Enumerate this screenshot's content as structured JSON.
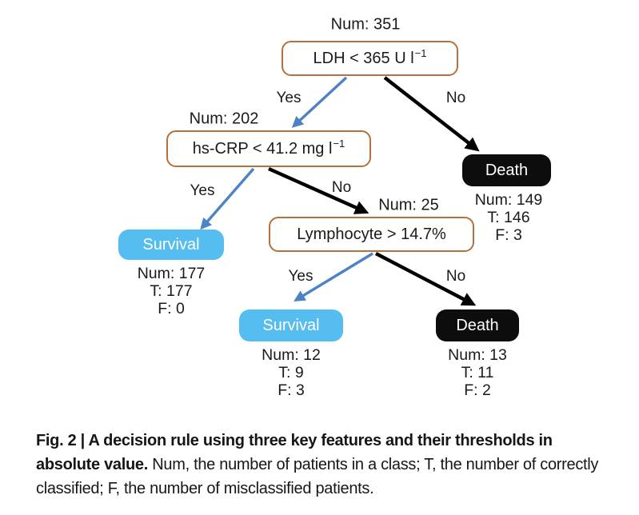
{
  "diagram": {
    "root": {
      "num": "Num: 351",
      "label": "LDH < 365 U l",
      "label_sup": "−1"
    },
    "hscrp": {
      "num": "Num: 202",
      "label": "hs-CRP < 41.2 mg l",
      "label_sup": "−1"
    },
    "lymphocyte": {
      "num": "Num: 25",
      "label": "Lymphocyte > 14.7%"
    },
    "death_right": {
      "label": "Death",
      "num": "Num: 149",
      "t": "T: 146",
      "f": "F: 3"
    },
    "survival_left": {
      "label": "Survival",
      "num": "Num: 177",
      "t": "T: 177",
      "f": "F: 0"
    },
    "survival_mid": {
      "label": "Survival",
      "num": "Num: 12",
      "t": "T: 9",
      "f": "F: 3"
    },
    "death_bottom": {
      "label": "Death",
      "num": "Num: 13",
      "t": "T: 11",
      "f": "F: 2"
    },
    "edges": {
      "yes1": "Yes",
      "no1": "No",
      "yes2": "Yes",
      "no2": "No",
      "yes3": "Yes",
      "no3": "No"
    },
    "colors": {
      "decision_border": "#b5703c",
      "survival_fill": "#56bdf0",
      "death_fill": "#0d0d0d",
      "yes_arrow": "#4d82c4",
      "no_arrow": "#000000"
    }
  },
  "caption": {
    "bold": "Fig. 2 | A decision rule using three key features and their thresholds in absolute value.",
    "regular": " Num, the number of patients in a class; T, the number of correctly classified; F, the number of misclassified patients."
  }
}
